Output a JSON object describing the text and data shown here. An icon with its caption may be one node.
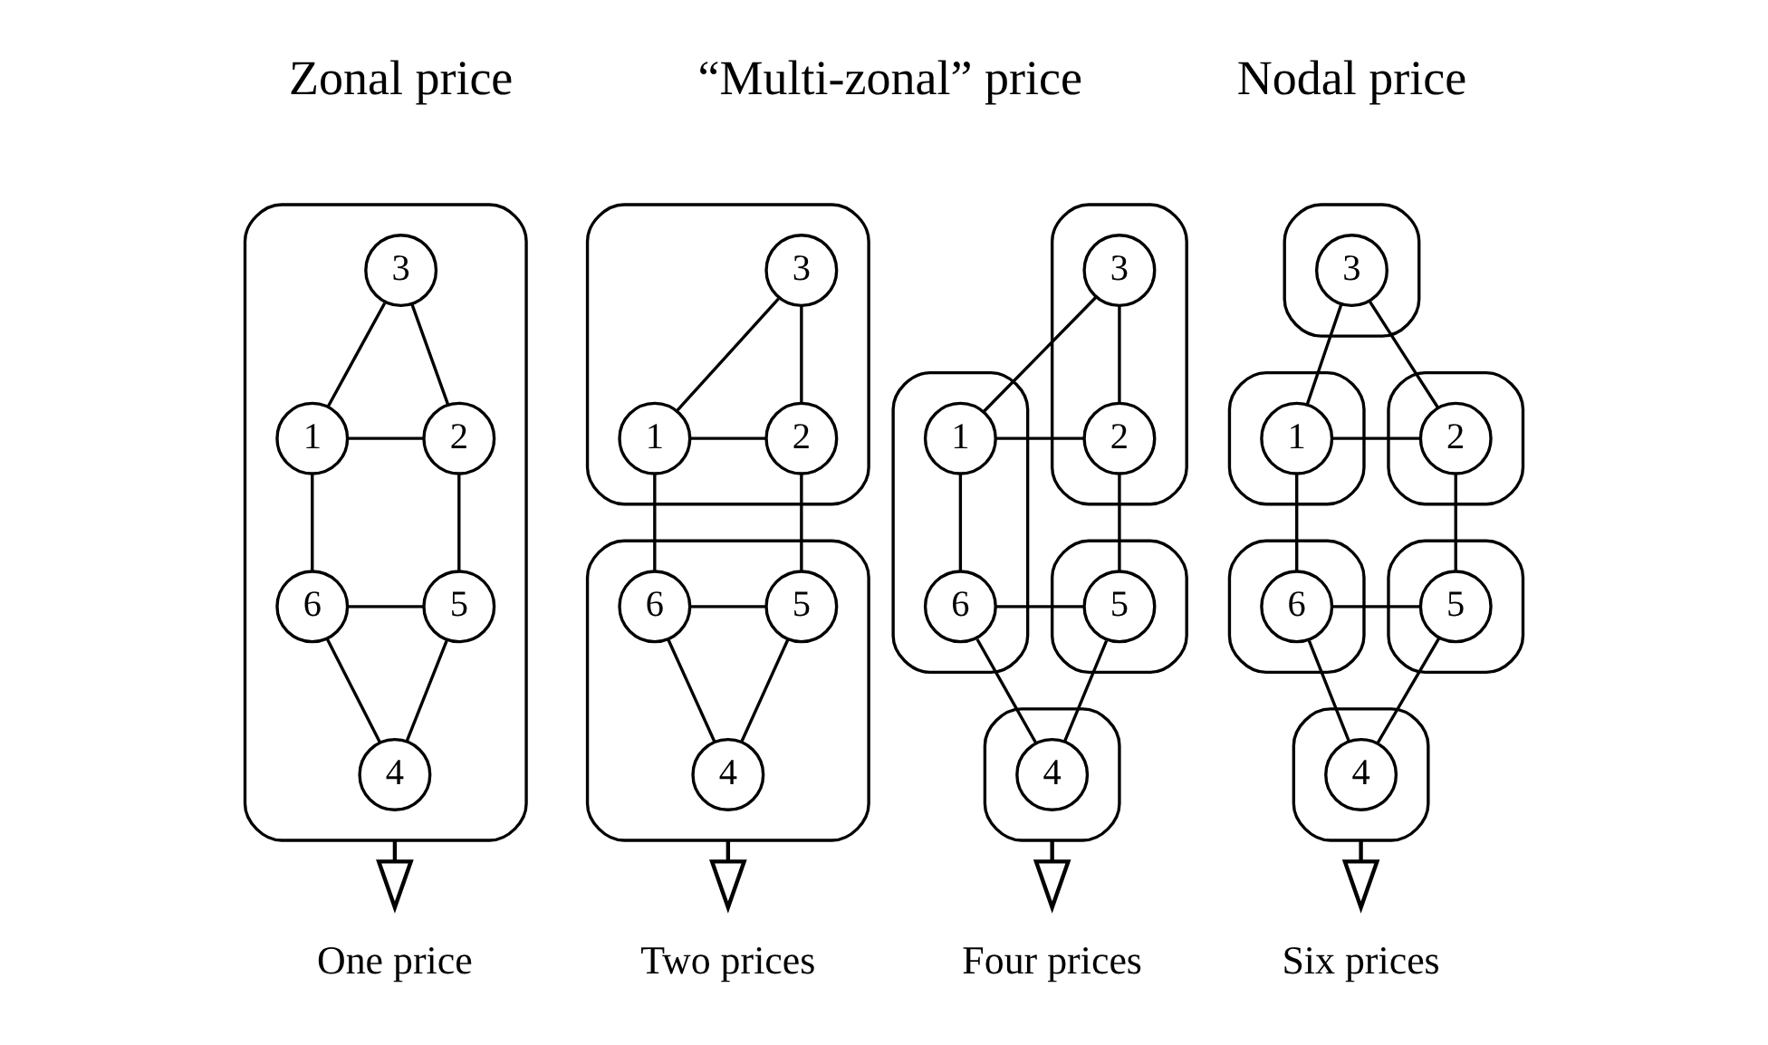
{
  "diagram": {
    "nodes": [
      {
        "text": [],
        "shape": "ellipse"
      },
      {
        "text": [
          "3"
        ],
        "in": 0
      },
      {
        "text": [
          "1"
        ],
        "in": 0
      },
      {
        "text": [
          "2"
        ],
        "in": 0
      },
      {
        "text": [
          "6"
        ],
        "in": 0
      },
      {
        "text": [
          "5"
        ],
        "in": 0
      },
      {
        "text": [
          "4"
        ],
        "in": 0
      },
      {
        "text": [
          "One price"
        ]
      },
      {
        "text": [],
        "shape": "ellipse"
      },
      {
        "text": [
          "3"
        ],
        "in": 8
      },
      {
        "text": [
          "1"
        ],
        "in": 8
      },
      {
        "text": [
          "2"
        ],
        "in": 8
      },
      {
        "text": [],
        "shape": "ellipse"
      },
      {
        "text": [
          "6"
        ],
        "in": 12
      },
      {
        "text": [
          "5"
        ],
        "in": 12
      },
      {
        "text": [
          "4"
        ],
        "in": 12
      },
      {
        "text": [
          "Two prices"
        ]
      },
      {
        "text": [],
        "shape": "ellipse"
      },
      {
        "text": [
          "3"
        ],
        "in": 17
      },
      {
        "text": [
          "2"
        ],
        "in": 17
      },
      {
        "text": [],
        "shape": "ellipse"
      },
      {
        "text": [
          "1"
        ],
        "in": 20
      },
      {
        "text": [
          "6"
        ],
        "in": 20
      },
      {
        "text": [],
        "shape": "ellipse"
      },
      {
        "text": [
          "5"
        ],
        "in": 23
      },
      {
        "text": [],
        "shape": "ellipse"
      },
      {
        "text": [
          "4"
        ],
        "in": 25
      },
      {
        "text": [
          "Four prices"
        ]
      },
      {
        "text": [],
        "shape": "ellipse"
      },
      {
        "text": [
          "3"
        ],
        "in": 28
      },
      {
        "text": [],
        "shape": "ellipse"
      },
      {
        "text": [
          "1"
        ],
        "in": 30
      },
      {
        "text": [],
        "shape": "ellipse"
      },
      {
        "text": [
          "2"
        ],
        "in": 32
      },
      {
        "text": [],
        "shape": "ellipse"
      },
      {
        "text": [
          "6"
        ],
        "in": 34
      },
      {
        "text": [],
        "shape": "ellipse"
      },
      {
        "text": [
          "5"
        ],
        "in": 36
      },
      {
        "text": [],
        "shape": "ellipse"
      },
      {
        "text": [
          "4"
        ],
        "in": 38
      },
      {
        "text": [
          "Six prices"
        ]
      }
    ],
    "edges": [
      {
        "from": 1,
        "to": 2,
        "arrow": "none"
      },
      {
        "from": 1,
        "to": 3,
        "arrow": "none"
      },
      {
        "from": 2,
        "to": 3,
        "arrow": "none"
      },
      {
        "from": 2,
        "to": 4,
        "arrow": "none"
      },
      {
        "from": 3,
        "to": 5,
        "arrow": "none"
      },
      {
        "from": 4,
        "to": 5,
        "arrow": "none"
      },
      {
        "from": 4,
        "to": 6,
        "arrow": "none"
      },
      {
        "from": 5,
        "to": 6,
        "arrow": "none"
      },
      {
        "from": 0,
        "to": 7,
        "arrow": "to"
      },
      {
        "from": 9,
        "to": 10,
        "arrow": "none"
      },
      {
        "from": 9,
        "to": 11,
        "arrow": "none"
      },
      {
        "from": 10,
        "to": 11,
        "arrow": "none"
      },
      {
        "from": 10,
        "to": 13,
        "arrow": "none"
      },
      {
        "from": 11,
        "to": 14,
        "arrow": "none"
      },
      {
        "from": 13,
        "to": 14,
        "arrow": "none"
      },
      {
        "from": 13,
        "to": 15,
        "arrow": "none"
      },
      {
        "from": 14,
        "to": 15,
        "arrow": "none"
      },
      {
        "from": 12,
        "to": 16,
        "arrow": "to"
      },
      {
        "from": 18,
        "to": 21,
        "arrow": "none"
      },
      {
        "from": 18,
        "to": 19,
        "arrow": "none"
      },
      {
        "from": 21,
        "to": 19,
        "arrow": "none"
      },
      {
        "from": 21,
        "to": 22,
        "arrow": "none"
      },
      {
        "from": 19,
        "to": 24,
        "arrow": "none"
      },
      {
        "from": 22,
        "to": 24,
        "arrow": "none"
      },
      {
        "from": 22,
        "to": 26,
        "arrow": "none"
      },
      {
        "from": 24,
        "to": 26,
        "arrow": "none"
      },
      {
        "from": 25,
        "to": 27,
        "arrow": "to"
      },
      {
        "from": 29,
        "to": 31,
        "arrow": "none"
      },
      {
        "from": 29,
        "to": 33,
        "arrow": "none"
      },
      {
        "from": 31,
        "to": 33,
        "arrow": "none"
      },
      {
        "from": 31,
        "to": 35,
        "arrow": "none"
      },
      {
        "from": 33,
        "to": 37,
        "arrow": "none"
      },
      {
        "from": 35,
        "to": 37,
        "arrow": "none"
      },
      {
        "from": 35,
        "to": 39,
        "arrow": "none"
      },
      {
        "from": 37,
        "to": 39,
        "arrow": "none"
      },
      {
        "from": 38,
        "to": 40,
        "arrow": "to"
      }
    ],
    "labels": [
      "Zonal price",
      "“Multi-zonal” price",
      "Nodal price"
    ]
  }
}
